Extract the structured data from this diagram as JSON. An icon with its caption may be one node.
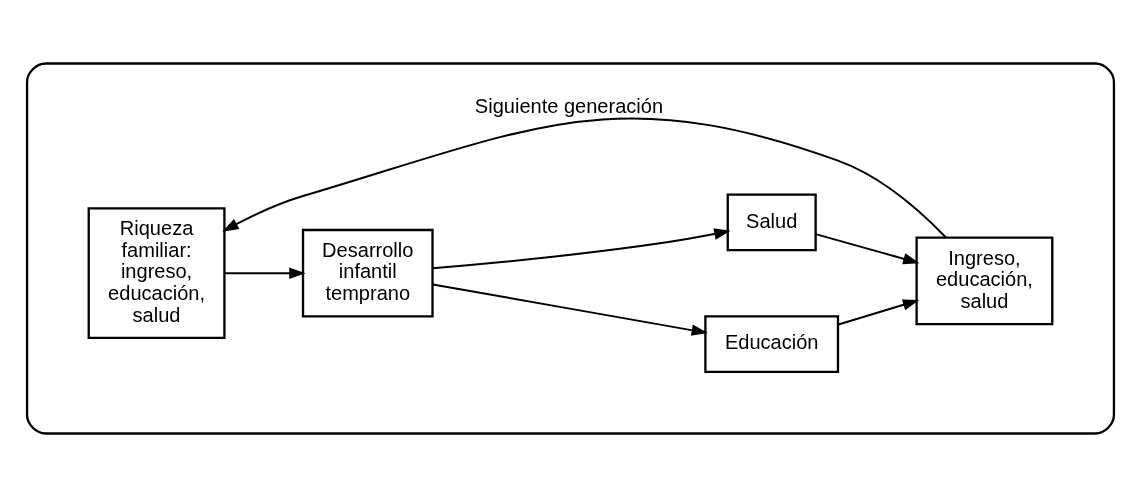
{
  "diagram": {
    "nodes": [
      {
        "text": [],
        "shape": "ellipse"
      },
      {
        "text": [
          "Riqueza familiar: ingreso, educación, salud"
        ],
        "in": 0
      },
      {
        "text": [
          "Desarrollo infantil temprano"
        ],
        "in": 0
      },
      {
        "text": [
          "Educación"
        ],
        "in": 0
      },
      {
        "text": [
          "Salud"
        ],
        "in": 0
      },
      {
        "text": [
          "Ingreso, educación, salud"
        ],
        "in": 0
      }
    ],
    "edges": [
      {
        "from": 1,
        "to": 2,
        "arrow": "to"
      },
      {
        "from": 2,
        "to": 3,
        "arrow": "to"
      },
      {
        "from": 2,
        "to": 4,
        "arrow": "to"
      },
      {
        "from": 3,
        "to": 5,
        "arrow": "to"
      },
      {
        "from": 4,
        "to": 5,
        "arrow": "to"
      },
      {
        "from": 5,
        "to": 1,
        "arrow": "to",
        "label": "Siguiente generación"
      }
    ]
  }
}
